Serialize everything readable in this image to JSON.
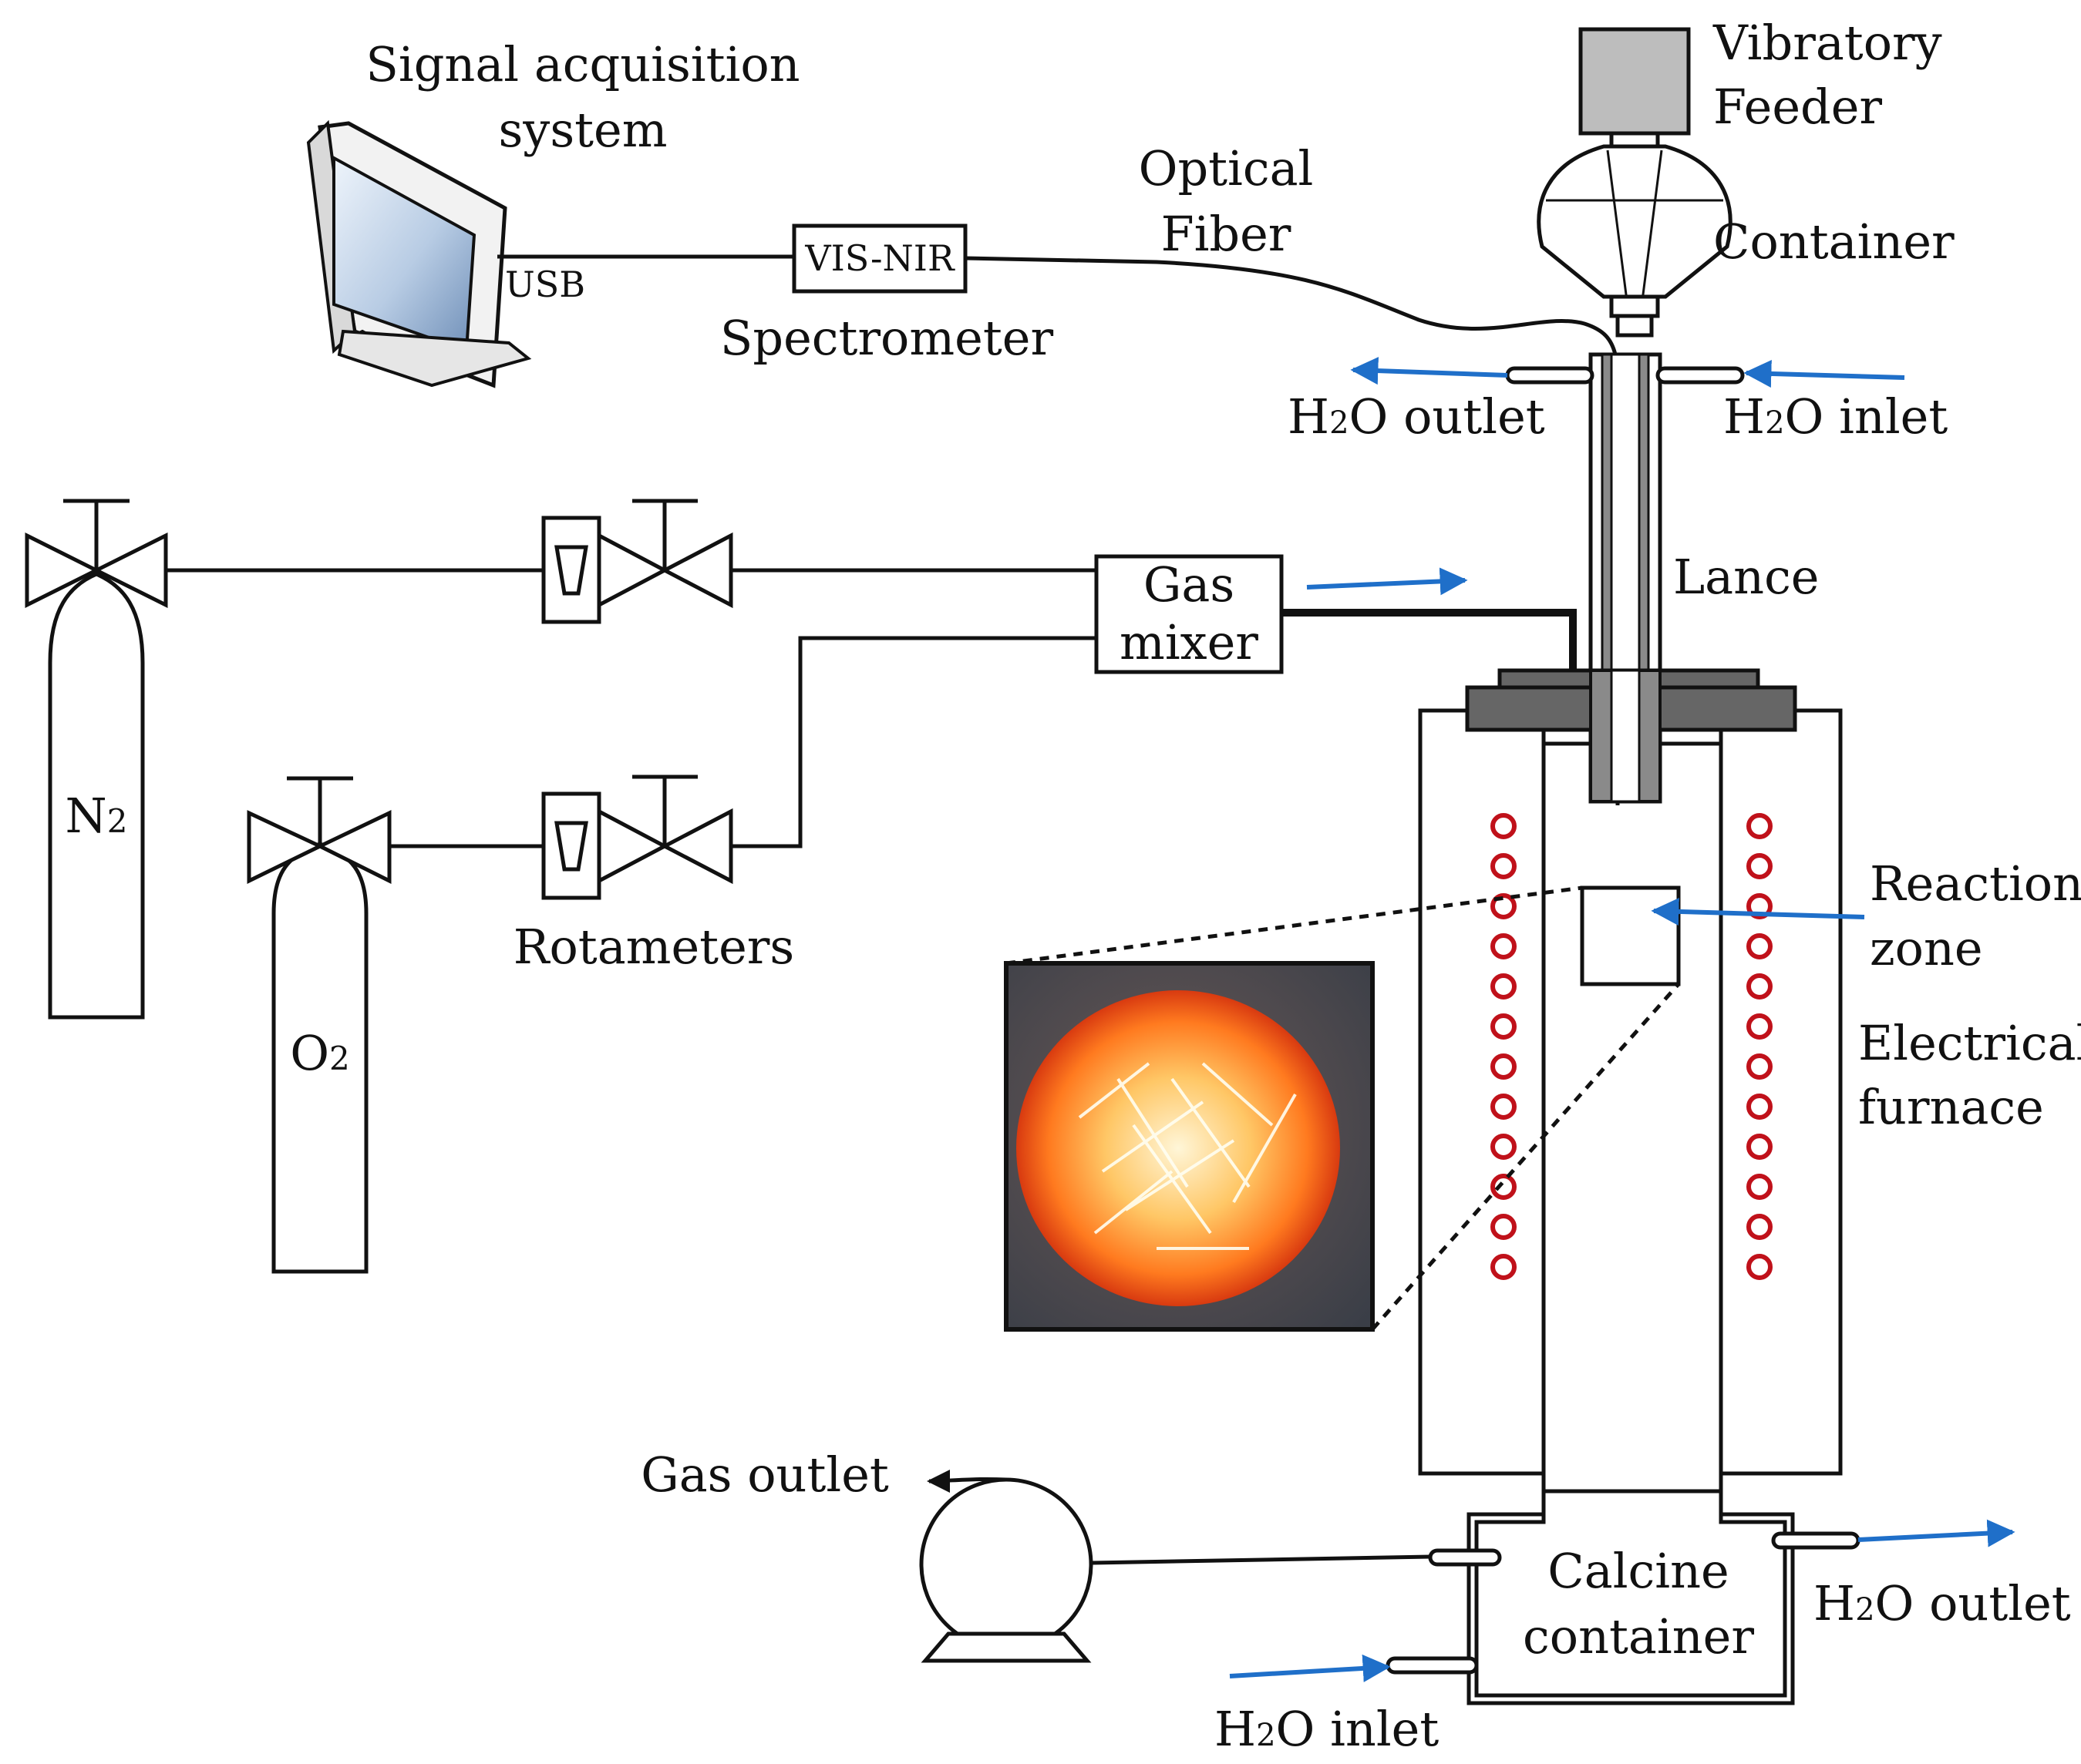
{
  "labels": {
    "signal_acquisition": [
      "Signal acquisition",
      "system"
    ],
    "usb": "USB",
    "spectrometer_box": "VIS-NIR",
    "spectrometer": "Spectrometer",
    "optical_fiber": [
      "Optical",
      "Fiber"
    ],
    "vibratory_feeder": [
      "Vibratory",
      "Feeder"
    ],
    "container": "Container",
    "h2o_outlet_top": {
      "pre": "H",
      "sub": "2",
      "post": "O outlet"
    },
    "h2o_inlet_top": {
      "pre": "H",
      "sub": "2",
      "post": "O inlet"
    },
    "lance": "Lance",
    "gas_mixer": [
      "Gas",
      "mixer"
    ],
    "n2": {
      "pre": "N",
      "sub": "2"
    },
    "o2": {
      "pre": "O",
      "sub": "2"
    },
    "rotameters": "Rotameters",
    "reaction_zone": [
      "Reaction",
      "zone"
    ],
    "electrical_furnace": [
      "Electrical",
      "furnace"
    ],
    "gas_outlet": "Gas outlet",
    "calcine_container": [
      "Calcine",
      "container"
    ],
    "h2o_outlet_bottom": {
      "pre": "H",
      "sub": "2",
      "post": "O outlet"
    },
    "h2o_inlet_bottom": {
      "pre": "H",
      "sub": "2",
      "post": "O inlet"
    }
  },
  "colors": {
    "flow_arrow": "#1f6fc9",
    "heating_coil": "#c0111a",
    "furnace_lid": "#666666",
    "feeder": "#bdbdbd"
  },
  "icons": [
    "monitor-icon",
    "valve-icon",
    "rotameter-icon",
    "gas-cylinder-icon",
    "vacuum-pump-icon",
    "flame-photo"
  ]
}
